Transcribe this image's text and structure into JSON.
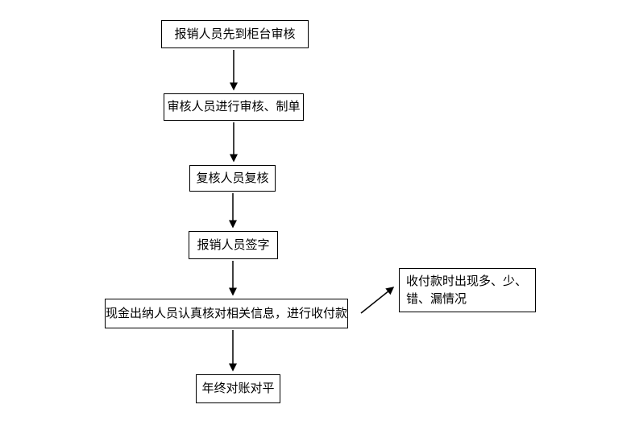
{
  "diagram": {
    "type": "flowchart",
    "title": "",
    "colors": {
      "background": "#ffffff",
      "box_border": "#000000",
      "text": "#000000",
      "arrow": "#000000"
    },
    "nodes": [
      {
        "id": "step-1",
        "label": "报销人员先到柜台审核"
      },
      {
        "id": "step-2",
        "label": "审核人员进行审核、制单"
      },
      {
        "id": "step-3",
        "label": "复核人员复核"
      },
      {
        "id": "step-4",
        "label": "报销人员签字"
      },
      {
        "id": "step-5",
        "label": "现金出纳人员认真核对相关信息，进行收付款"
      },
      {
        "id": "step-6",
        "label": "年终对账对平"
      },
      {
        "id": "exception",
        "label": "收付款时出现多、少、错、漏情况"
      }
    ],
    "edges": [
      {
        "from": "step-1",
        "to": "step-2",
        "style": "solid-arrow-down"
      },
      {
        "from": "step-2",
        "to": "step-3",
        "style": "solid-arrow-down"
      },
      {
        "from": "step-3",
        "to": "step-4",
        "style": "solid-arrow-down"
      },
      {
        "from": "step-4",
        "to": "step-5",
        "style": "solid-arrow-down"
      },
      {
        "from": "step-5",
        "to": "step-6",
        "style": "solid-arrow-down"
      },
      {
        "from": "step-5",
        "to": "exception",
        "style": "solid-arrow-diagonal-up-right"
      }
    ]
  }
}
